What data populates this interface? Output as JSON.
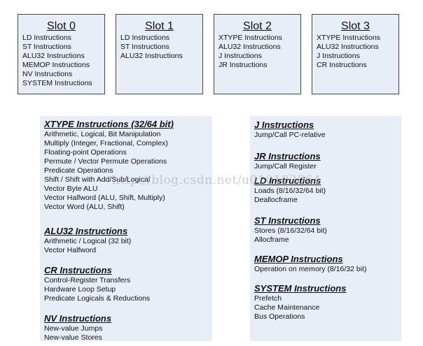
{
  "slots": [
    {
      "title": "Slot 0",
      "items": [
        "LD Instructions",
        "ST Instructions",
        "ALU32 Instructions",
        "MEMOP Instructions",
        "NV Instructions",
        "SYSTEM Instructions"
      ]
    },
    {
      "title": "Slot 1",
      "items": [
        "LD Instructions",
        "ST Instructions",
        "ALU32 Instructions"
      ]
    },
    {
      "title": "Slot 2",
      "items": [
        "XTYPE Instructions",
        "ALU32 Instructions",
        "J Instructions",
        "JR Instructions"
      ]
    },
    {
      "title": "Slot 3",
      "items": [
        "XTYPE Instructions",
        "ALU32 Instructions",
        "J Instructions",
        "CR Instructions"
      ]
    }
  ],
  "left_panel": [
    {
      "title": "XTYPE Instructions (32/64 bit)",
      "items": [
        "Arithmetic, Logical, Bit Manipulation",
        "Multiply (Integer, Fractional, Complex)",
        "Floating-point Operations",
        "Permute / Vector Permute Operations",
        "Predicate Operations",
        "Shift / Shift with Add/Sub/Logical",
        "Vector Byte ALU",
        "Vector Halfword (ALU, Shift, Multiply)",
        "Vector Word (ALU, Shift)"
      ]
    },
    {
      "title": "ALU32 Instructions",
      "items": [
        "Arithmetic / Logical (32 bit)",
        "Vector Halfword"
      ]
    },
    {
      "title": "CR Instructions",
      "items": [
        "Control-Register Transfers",
        "Hardware Loop Setup",
        "Predicate Logicals & Reductions"
      ]
    },
    {
      "title": "NV Instructions",
      "items": [
        "New-value Jumps",
        "New-value Stores"
      ]
    }
  ],
  "right_panel": [
    {
      "title": "J Instructions",
      "items": [
        "Jump/Call PC-relative"
      ]
    },
    {
      "title": "JR Instructions",
      "items": [
        "Jump/Call Register"
      ]
    },
    {
      "title": "LD Instructions",
      "items": [
        "Loads (8/16/32/64 bit)",
        "Deallocframe"
      ]
    },
    {
      "title": "ST Instructions",
      "items": [
        "Stores (8/16/32/64 bit)",
        "Allocframe"
      ]
    },
    {
      "title": "MEMOP Instructions",
      "items": [
        "Operation on memory (8/16/32 bit)"
      ]
    },
    {
      "title": "SYSTEM Instructions",
      "items": [
        "Prefetch",
        "Cache Maintenance",
        "Bus Operations"
      ]
    }
  ],
  "watermark": "http://blog.csdn.net/u010182064"
}
